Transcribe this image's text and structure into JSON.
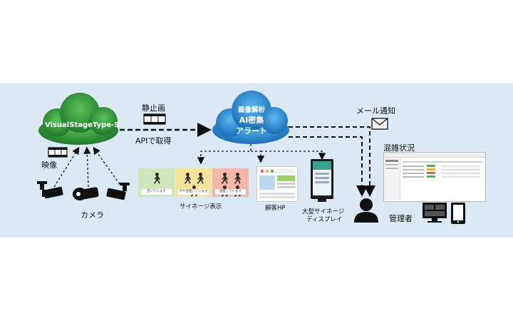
{
  "cloud_left": {
    "label": "VisualStageType-S"
  },
  "cloud_right": {
    "line1": "画像解析",
    "line2": "AI密集",
    "line3": "アラート"
  },
  "labels": {
    "still_image": "静止画",
    "api": "APIで取得",
    "video": "映像",
    "camera": "カメラ",
    "mail": "メール通知",
    "congestion": "混雑状況",
    "signage": "サイネージ表示",
    "customer_hp": "顧客HP",
    "large_signage_1": "大型サイネージ",
    "large_signage_2": "ディスプレイ",
    "admin": "管理者"
  },
  "signage_panels": [
    {
      "caption": "空いています",
      "color": "#cfe6b8"
    },
    {
      "caption": "やや混雑しています",
      "color": "#f3e49a"
    },
    {
      "caption": "混雑しています",
      "color": "#f4b7a6"
    }
  ],
  "colors": {
    "cloud_green": "#2f9a3a",
    "cloud_blue": "#2f8fd6",
    "band": "#dce9f5"
  }
}
